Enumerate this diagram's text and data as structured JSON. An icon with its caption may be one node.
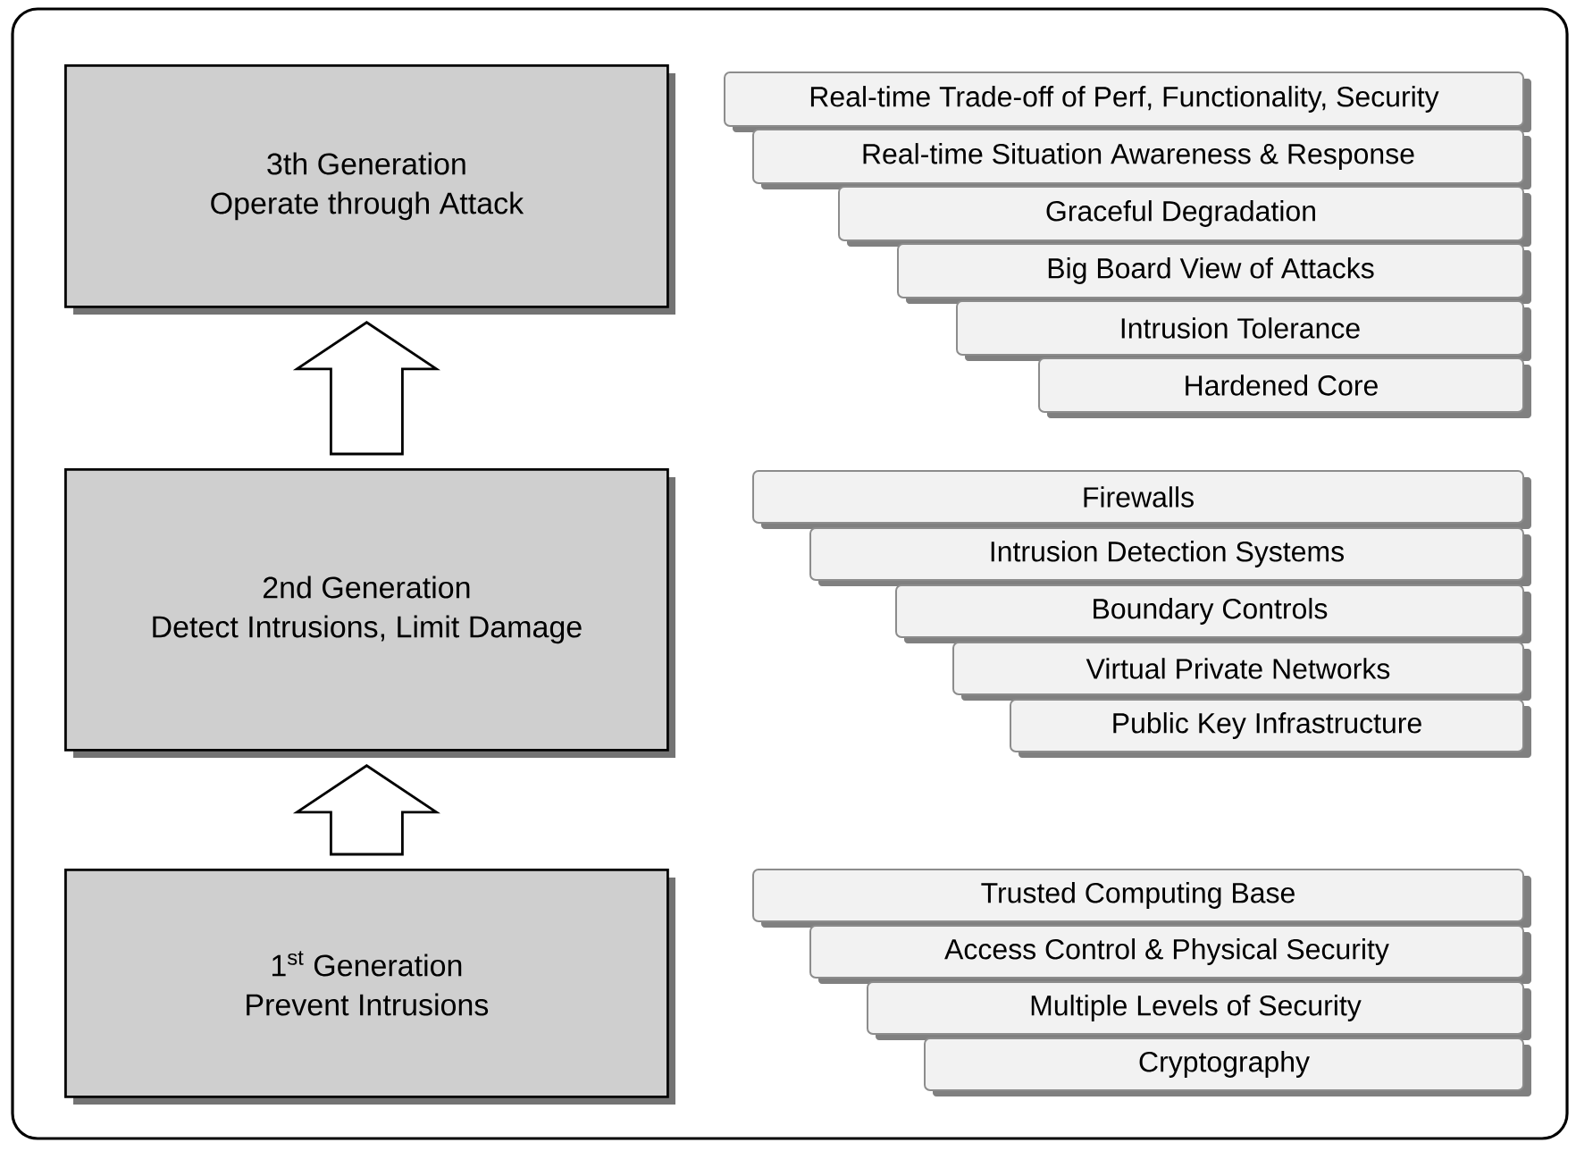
{
  "diagram": {
    "nodes": [
      {
        "text": [
          "3th Generation",
          "Operate through Attack"
        ]
      },
      {
        "text": [
          "Real-time Trade-off of Perf, Functionality, Security"
        ]
      },
      {
        "text": [
          "Real-time Situation Awareness & Response"
        ]
      },
      {
        "text": [
          "Graceful Degradation"
        ]
      },
      {
        "text": [
          "Big Board View of Attacks"
        ]
      },
      {
        "text": [
          "Intrusion Tolerance"
        ]
      },
      {
        "text": [
          "Hardened Core"
        ]
      },
      {
        "text": [
          "2nd Generation",
          "Detect Intrusions, Limit Damage"
        ]
      },
      {
        "text": [
          "Firewalls"
        ]
      },
      {
        "text": [
          "Intrusion Detection Systems"
        ]
      },
      {
        "text": [
          "Boundary Controls"
        ]
      },
      {
        "text": [
          "Virtual Private Networks"
        ]
      },
      {
        "text": [
          "Public Key Infrastructure"
        ]
      },
      {
        "text": [
          "1$^{st}$ Generation",
          "Prevent Intrusions"
        ]
      },
      {
        "text": [
          "Trusted Computing Base"
        ]
      },
      {
        "text": [
          "Access Control & Physical Security"
        ]
      },
      {
        "text": [
          "Multiple Levels of Security"
        ]
      },
      {
        "text": [
          "Cryptography"
        ]
      }
    ],
    "edges": [
      {
        "from": 7,
        "to": 0,
        "arrow": "to"
      },
      {
        "from": 13,
        "to": 7,
        "arrow": "to"
      }
    ]
  }
}
